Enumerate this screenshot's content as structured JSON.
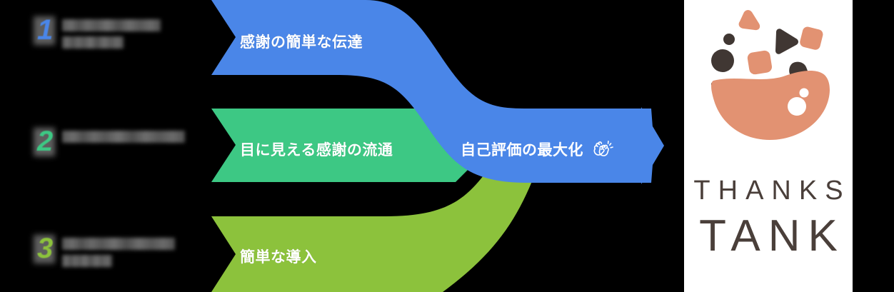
{
  "background_color": "#000000",
  "colors": {
    "blue": "#4a86e8",
    "green": "#3dc884",
    "lime": "#8cc23c",
    "logo_orange": "#e29272",
    "logo_dark": "#4a3f3a",
    "redaction_gray": "#5e5e5e",
    "panel_white": "#ffffff"
  },
  "steps": [
    {
      "number": "1",
      "color": "#4a86e8",
      "caption_redacted": true,
      "caption_lines": [
        138,
        86
      ]
    },
    {
      "number": "2",
      "color": "#3dc884",
      "caption_redacted": true,
      "caption_lines": [
        172
      ]
    },
    {
      "number": "3",
      "color": "#8cc23c",
      "caption_redacted": true,
      "caption_lines": [
        158,
        70
      ]
    }
  ],
  "ribbons": [
    {
      "id": "blue",
      "label": "感謝の簡単な伝達",
      "color": "#4a86e8"
    },
    {
      "id": "green",
      "label": "目に見える感謝の流通",
      "color": "#3dc884"
    },
    {
      "id": "lime",
      "label": "簡単な導入",
      "color": "#8cc23c"
    }
  ],
  "result": {
    "label": "自己評価の最大化",
    "icon": "clapping-hands-icon",
    "color": "#4a86e8"
  },
  "logo": {
    "mark_icon": "thanks-tank-bowl-confetti-logo",
    "line1": "THANKS",
    "line2": "TANK"
  }
}
